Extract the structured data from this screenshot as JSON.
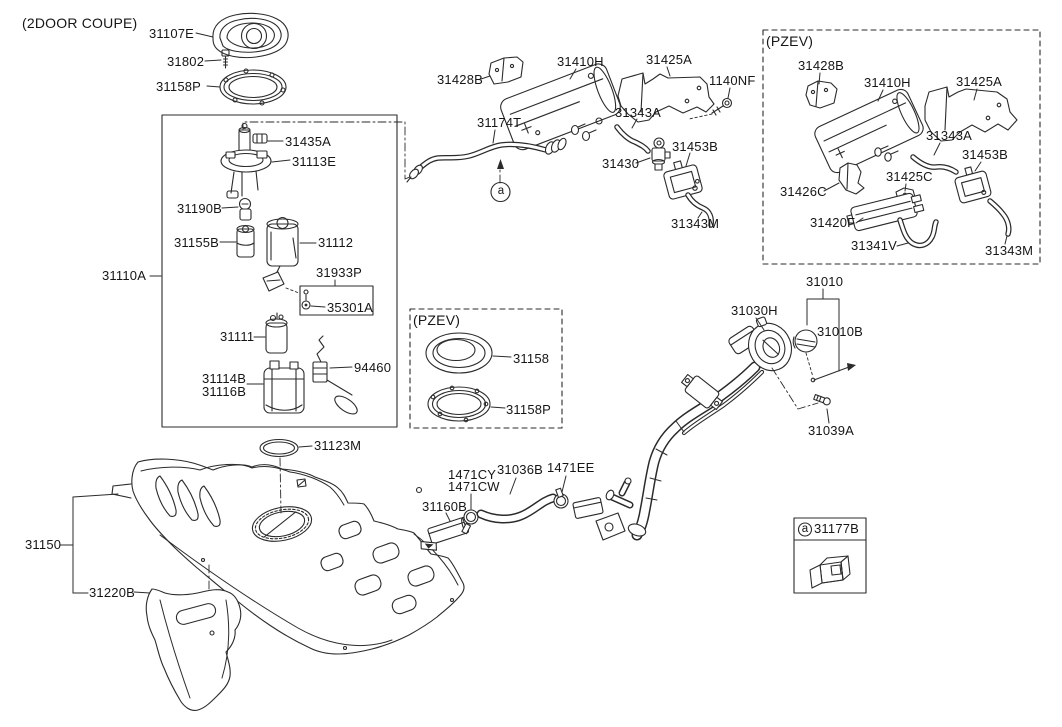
{
  "diagram_title": "(2DOOR COUPE)",
  "colors": {
    "line": "#2b2b2b",
    "text": "#161616",
    "background": "#ffffff"
  },
  "callout_letter": "a",
  "labels": [
    {
      "id": "variant-title",
      "text": "(2DOOR COUPE)"
    },
    {
      "id": "gasket",
      "text": "31107E"
    },
    {
      "id": "screw-top",
      "text": "31802"
    },
    {
      "id": "ring-top",
      "text": "31158P"
    },
    {
      "id": "pump-module",
      "text": "31110A"
    },
    {
      "id": "sender-connector",
      "text": "31435A"
    },
    {
      "id": "pump-plate",
      "text": "31113E"
    },
    {
      "id": "valve-small",
      "text": "31190B"
    },
    {
      "id": "fuel-filter",
      "text": "31155B"
    },
    {
      "id": "pump-body",
      "text": "31112"
    },
    {
      "id": "regulator-kit",
      "text": "31933P"
    },
    {
      "id": "regulator-valve",
      "text": "35301A"
    },
    {
      "id": "pump-motor",
      "text": "31111"
    },
    {
      "id": "fuel-sender",
      "text": "94460"
    },
    {
      "id": "reservoir-a",
      "text": "31114B"
    },
    {
      "id": "reservoir-b",
      "text": "31116B"
    },
    {
      "id": "bracket-canister-main",
      "text": "31428B"
    },
    {
      "id": "canister-main",
      "text": "31410H"
    },
    {
      "id": "bracket-shield-main",
      "text": "31425A"
    },
    {
      "id": "bolt-main",
      "text": "1140NF"
    },
    {
      "id": "vapor-hose",
      "text": "31174T"
    },
    {
      "id": "hose-main-a",
      "text": "31343A"
    },
    {
      "id": "purge-valve",
      "text": "31430"
    },
    {
      "id": "close-valve-main",
      "text": "31453B"
    },
    {
      "id": "hose-main-m",
      "text": "31343M"
    },
    {
      "id": "callout-a-hose",
      "text": "a"
    },
    {
      "id": "pzev-canister-title",
      "text": "(PZEV)"
    },
    {
      "id": "bracket-canister-pzev",
      "text": "31428B"
    },
    {
      "id": "canister-pzev",
      "text": "31410H"
    },
    {
      "id": "bracket-shield-pzev",
      "text": "31425A"
    },
    {
      "id": "hose-pzev-a",
      "text": "31343A"
    },
    {
      "id": "close-valve-pzev",
      "text": "31453B"
    },
    {
      "id": "bracket-pzev-c",
      "text": "31426C"
    },
    {
      "id": "bracket-pzev-small",
      "text": "31425C"
    },
    {
      "id": "sub-canister-pzev",
      "text": "31420F"
    },
    {
      "id": "hose-pzev-v",
      "text": "31341V"
    },
    {
      "id": "hose-pzev-m",
      "text": "31343M"
    },
    {
      "id": "pzev-seal-title",
      "text": "(PZEV)"
    },
    {
      "id": "seal-pzev",
      "text": "31158"
    },
    {
      "id": "ring-pzev",
      "text": "31158P"
    },
    {
      "id": "fuel-cap",
      "text": "31010"
    },
    {
      "id": "filler-neck",
      "text": "31030H"
    },
    {
      "id": "cap-tether",
      "text": "31010B"
    },
    {
      "id": "cap-screw",
      "text": "31039A"
    },
    {
      "id": "tank-oring",
      "text": "31123M"
    },
    {
      "id": "fuel-tank",
      "text": "31150"
    },
    {
      "id": "tank-protector",
      "text": "31220B"
    },
    {
      "id": "vent-tube",
      "text": "31160B"
    },
    {
      "id": "clamp-cy",
      "text": "1471CY"
    },
    {
      "id": "clamp-cw",
      "text": "1471CW"
    },
    {
      "id": "filler-hose",
      "text": "31036B"
    },
    {
      "id": "clamp-ee",
      "text": "1471EE"
    },
    {
      "id": "callout-a-clip",
      "text": "a"
    },
    {
      "id": "clip",
      "text": "31177B"
    }
  ]
}
